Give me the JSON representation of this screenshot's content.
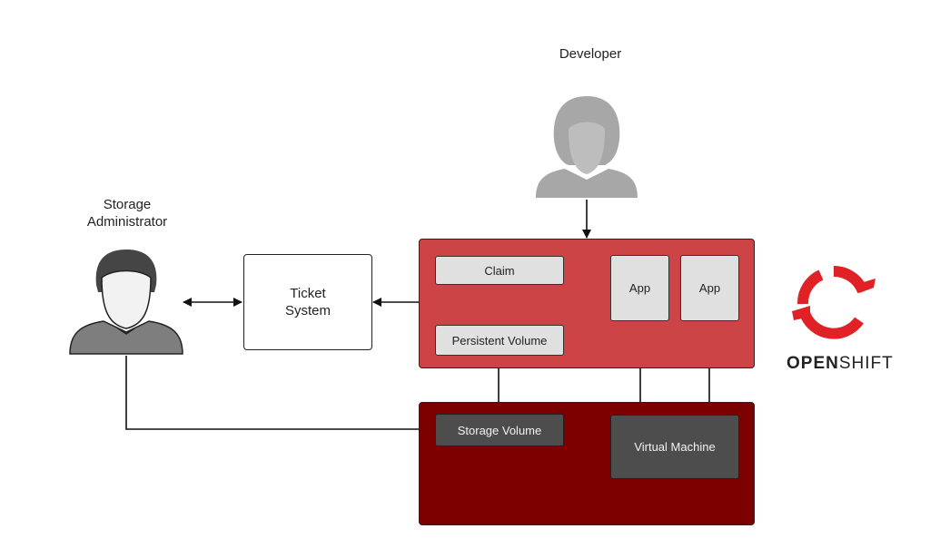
{
  "actors": {
    "developer": "Developer",
    "storage_admin_line1": "Storage",
    "storage_admin_line2": "Administrator"
  },
  "nodes": {
    "ticket_line1": "Ticket",
    "ticket_line2": "System",
    "claim": "Claim",
    "persistent_volume": "Persistent Volume",
    "app_1": "App",
    "app_2": "App",
    "storage_volume": "Storage Volume",
    "virtual_machine": "Virtual Machine"
  },
  "logo": {
    "word_bold": "OPEN",
    "word_thin": "SHIFT"
  },
  "colors": {
    "pod_cluster": "#cc4446",
    "storage_cluster": "#7d0000",
    "openshift_red": "#e02126"
  }
}
